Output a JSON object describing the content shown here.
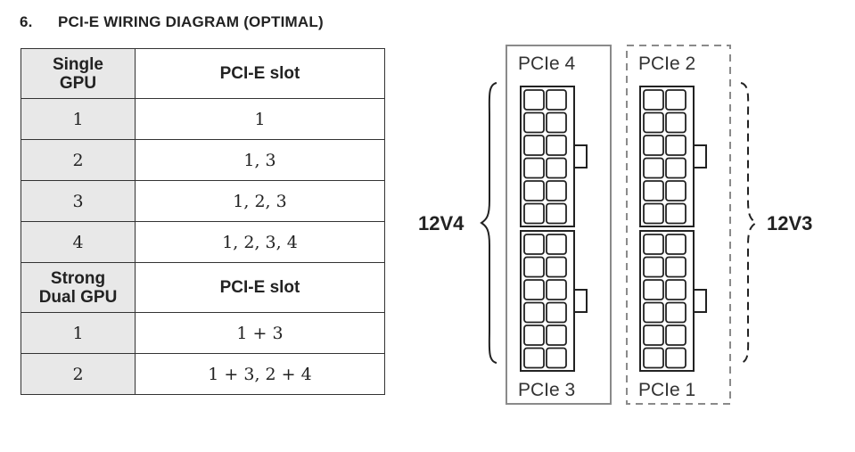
{
  "section": {
    "number": "6.",
    "title": "PCI-E WIRING DIAGRAM (OPTIMAL)"
  },
  "table": {
    "single_header": {
      "col1": "Single GPU",
      "col2": "PCI-E slot"
    },
    "single_rows": [
      {
        "gpu": "1",
        "slots": "1"
      },
      {
        "gpu": "2",
        "slots": "1, 3"
      },
      {
        "gpu": "3",
        "slots": "1, 2, 3"
      },
      {
        "gpu": "4",
        "slots": "1, 2, 3, 4"
      }
    ],
    "dual_header": {
      "col1": "Strong Dual GPU",
      "col2": "PCI-E slot"
    },
    "dual_rows": [
      {
        "gpu": "1",
        "slots": "1 + 3"
      },
      {
        "gpu": "2",
        "slots": "1 + 3, 2 + 4"
      }
    ]
  },
  "diagram": {
    "left_group_label": "12V4",
    "right_group_label": "12V3",
    "slot_top_left": "PCIe 4",
    "slot_bottom_left": "PCIe 3",
    "slot_top_right": "PCIe 2",
    "slot_bottom_right": "PCIe 1",
    "pins_per_connector": 12
  }
}
